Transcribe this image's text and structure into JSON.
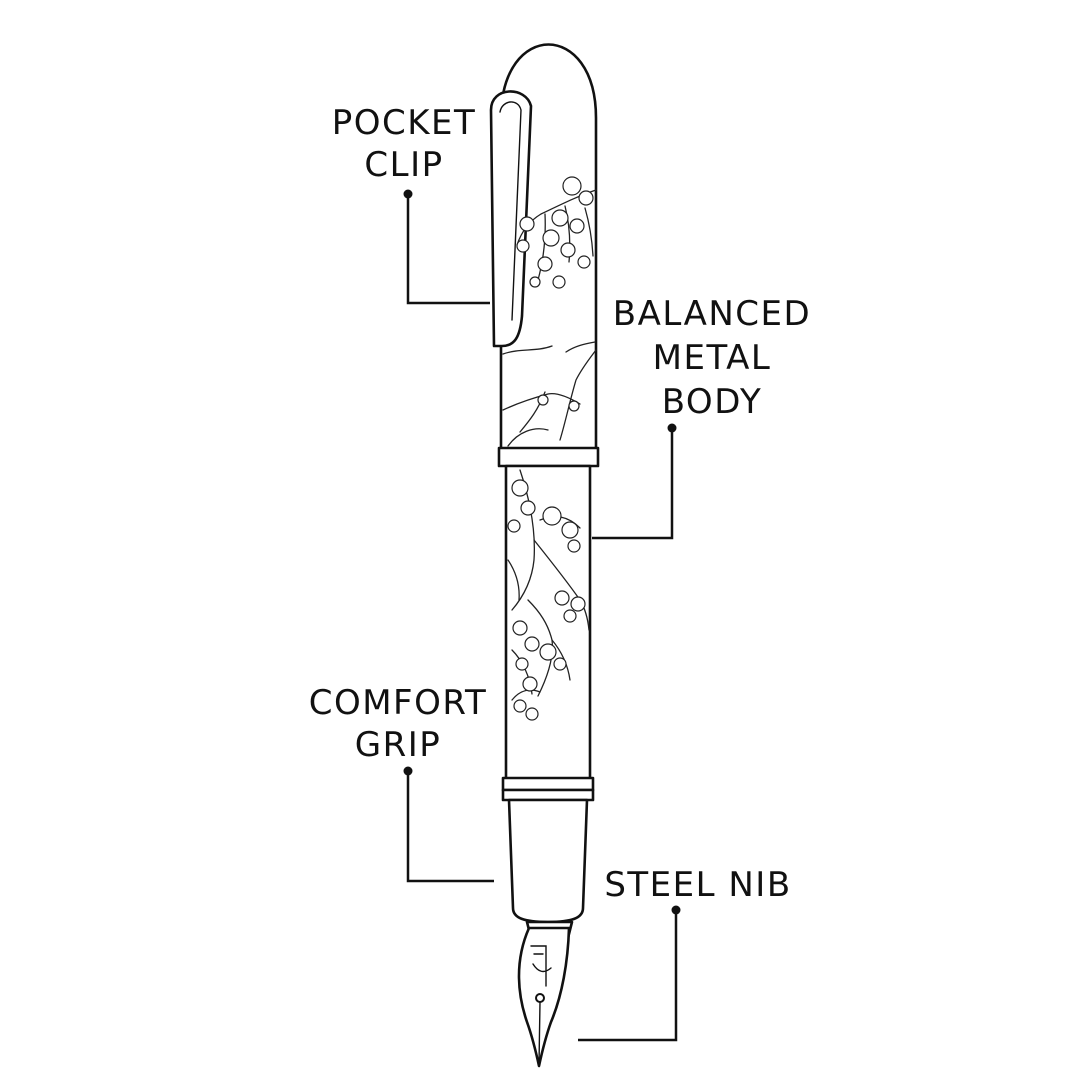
{
  "diagram": {
    "subject": "fountain pen",
    "line_color": "#111111",
    "background_color": "#ffffff",
    "callouts": [
      {
        "id": "pocket-clip",
        "lines": [
          "POCKET",
          "CLIP"
        ]
      },
      {
        "id": "balanced-metal-body",
        "lines": [
          "BALANCED",
          "METAL",
          "BODY"
        ]
      },
      {
        "id": "comfort-grip",
        "lines": [
          "COMFORT",
          "GRIP"
        ]
      },
      {
        "id": "steel-nib",
        "lines": [
          "STEEL NIB"
        ]
      }
    ]
  }
}
